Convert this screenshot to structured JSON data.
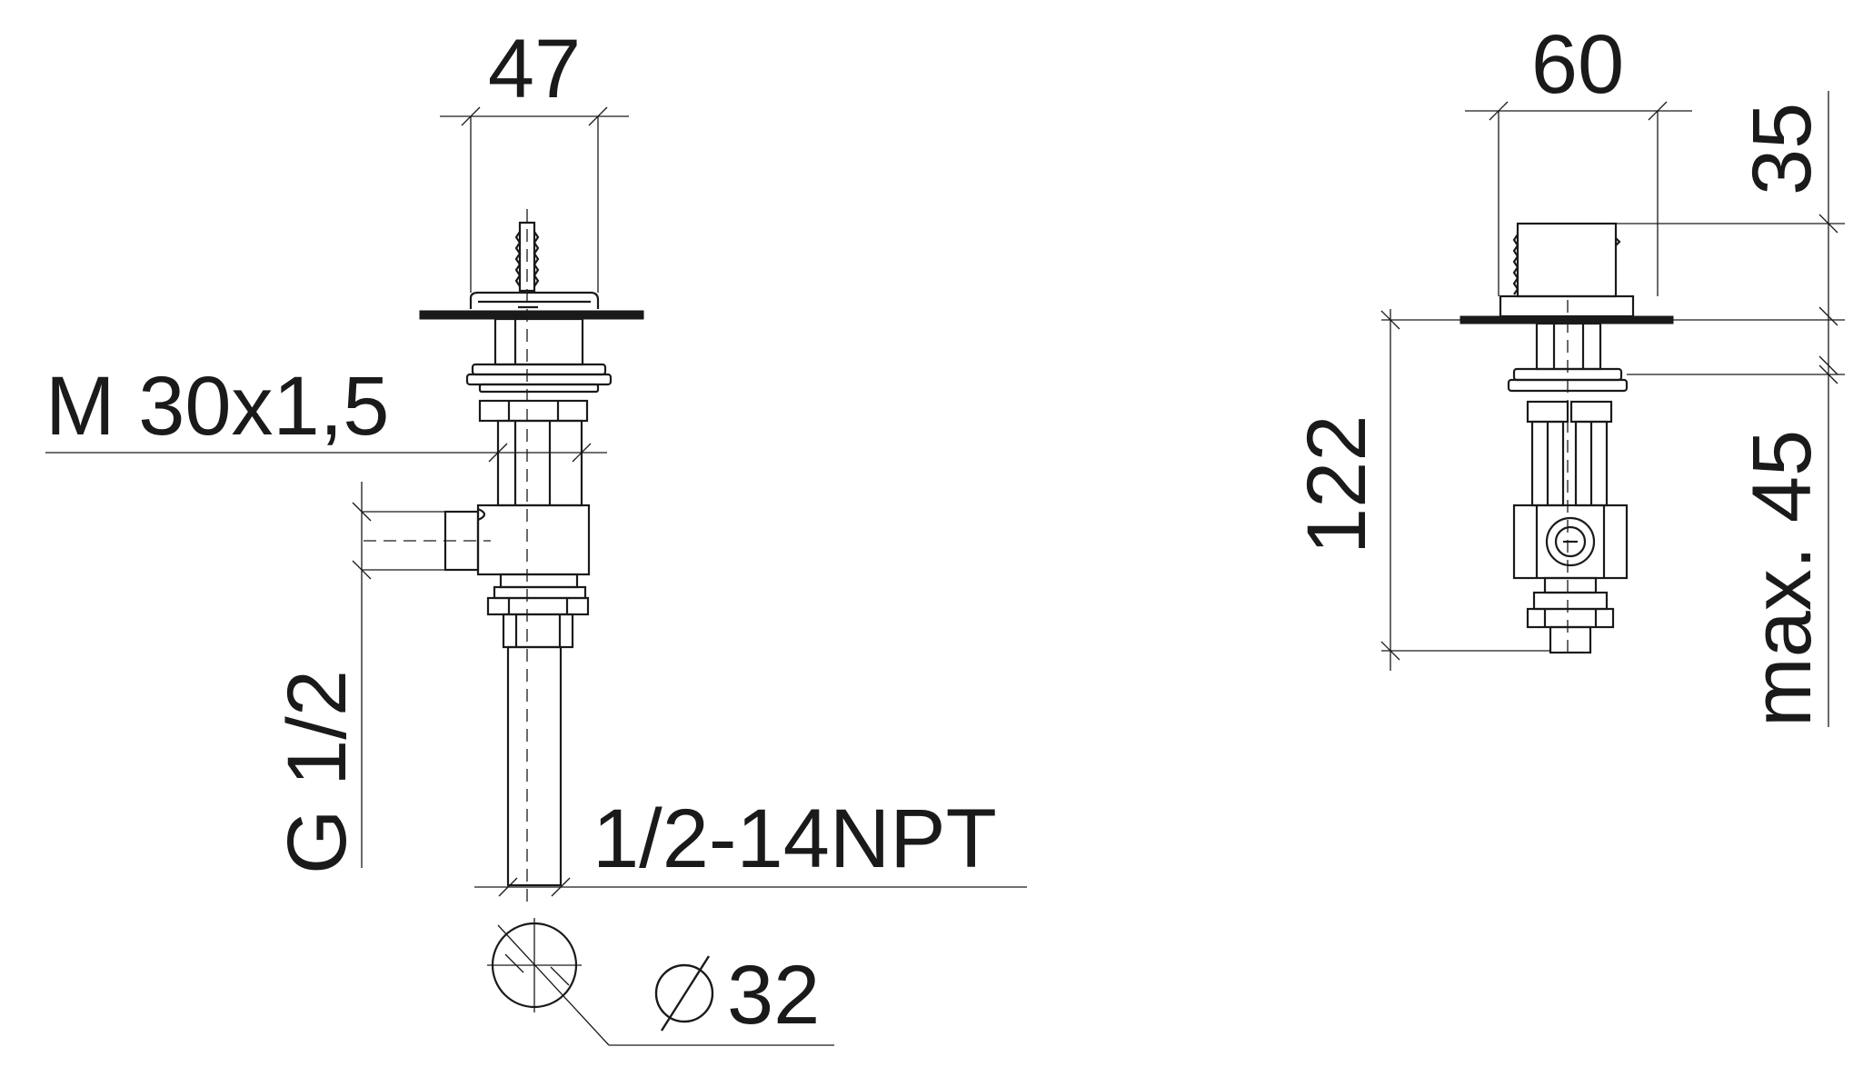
{
  "labels": {
    "width_left": "47",
    "thread_m": "M 30x1,5",
    "pipe_g": "G 1/2",
    "thread_npt": "1/2-14NPT",
    "diameter": "32",
    "width_right": "60",
    "height_top": "35",
    "height_total": "122",
    "mount_max": "max. 45"
  }
}
